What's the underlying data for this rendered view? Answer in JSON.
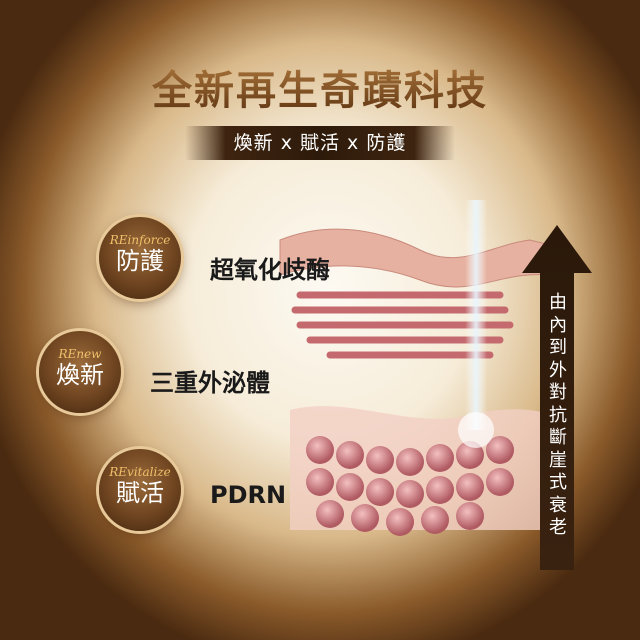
{
  "title": "全新再生奇蹟科技",
  "banner": "煥新 x 賦活 x 防護",
  "features": [
    {
      "en": "REinforce",
      "zh": "防護",
      "label": "超氧化歧酶"
    },
    {
      "en": "REnew",
      "zh": "煥新",
      "label": "三重外泌體"
    },
    {
      "en": "REvitalize",
      "zh": "賦活",
      "label": "PDRN"
    }
  ],
  "arrow_text": "由內到外對抗斷崖式衰老",
  "colors": {
    "brand": "#6e4420",
    "accent": "#f0c06a"
  }
}
